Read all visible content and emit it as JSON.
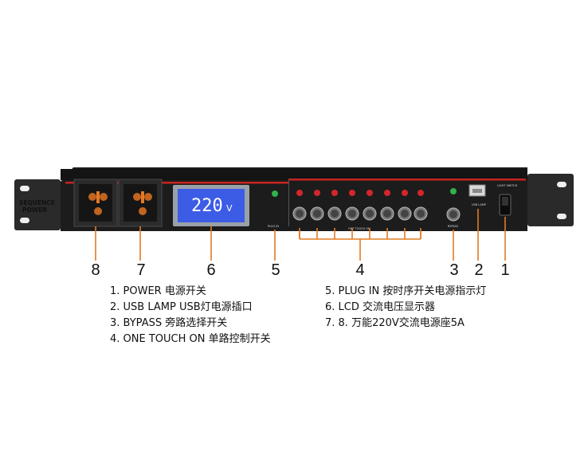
{
  "device": {
    "brand_text_line1": "SEQUENCE",
    "brand_text_line2": "POWER",
    "lcd_reading": "220",
    "lcd_unit": "V",
    "label_plug_in": "PLUG IN",
    "label_one_touch": "ONT TOUCH ON",
    "label_bypass": "BYPASS",
    "label_usb": "USB LAMP",
    "label_switch": "LIGHT SWITCH",
    "led_color_green": "#2fb34a",
    "led_color_red": "#d3262b",
    "panel_color": "#1c1c1c",
    "accent_color": "#c8241f",
    "lcd_color": "#3d5ce6"
  },
  "callouts": [
    "8",
    "7",
    "6",
    "5",
    "4",
    "3",
    "2",
    "1"
  ],
  "legend": {
    "left": [
      "1. POWER 电源开关",
      "2. USB LAMP USB灯电源插口",
      "3. BYPASS 旁路选择开关",
      "4. ONE TOUCH ON 单路控制开关"
    ],
    "right": [
      "5. PLUG IN 按时序开关电源指示灯",
      "6. LCD 交流电压显示器",
      "7. 8. 万能220V交流电源座5A"
    ]
  }
}
